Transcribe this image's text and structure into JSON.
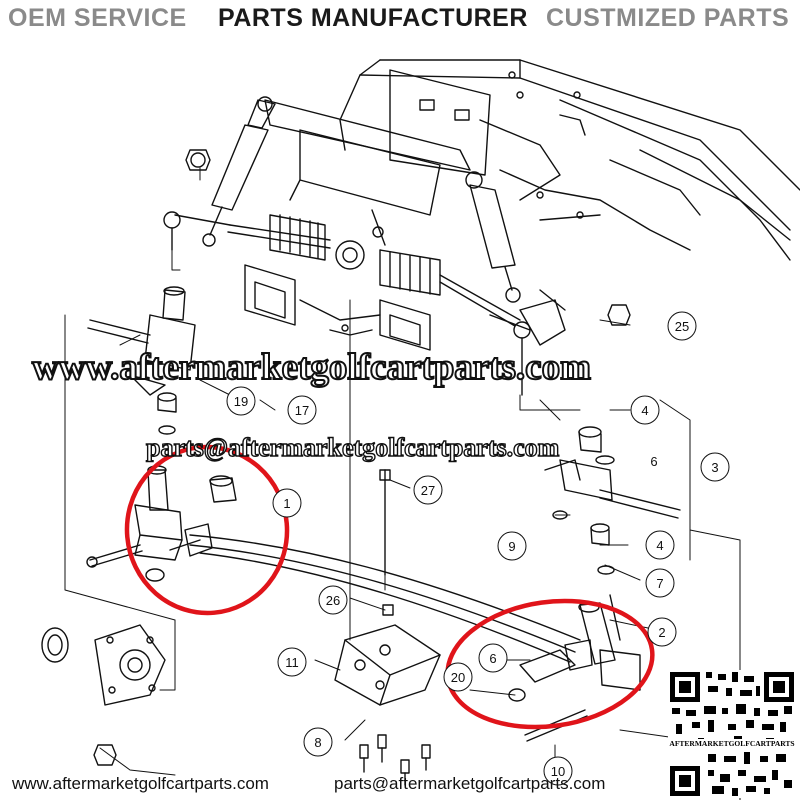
{
  "banner": {
    "items": [
      {
        "label": "OEM SERVICE",
        "color": "#8a8a8a"
      },
      {
        "label": "PARTS MANUFACTURER",
        "color": "#1a1a1a"
      },
      {
        "label": "CUSTMIZED PARTS",
        "color": "#8a8a8a"
      }
    ]
  },
  "watermark": {
    "site": "www.aftermarketgolfcartparts.com",
    "email": "parts@aftermarketgolfcartparts.com"
  },
  "callouts": [
    "1",
    "2",
    "3",
    "4",
    "4",
    "6",
    "6",
    "7",
    "8",
    "9",
    "10",
    "11",
    "17",
    "19",
    "20",
    "25",
    "26",
    "27"
  ],
  "highlight_color": "#e0141a",
  "footer": {
    "website": "www.aftermarketgolfcartparts.com",
    "email": "parts@aftermarketgolfcartparts.com"
  },
  "qr": {
    "caption": "AFTERMARKETGOLFCARTPARTS"
  }
}
